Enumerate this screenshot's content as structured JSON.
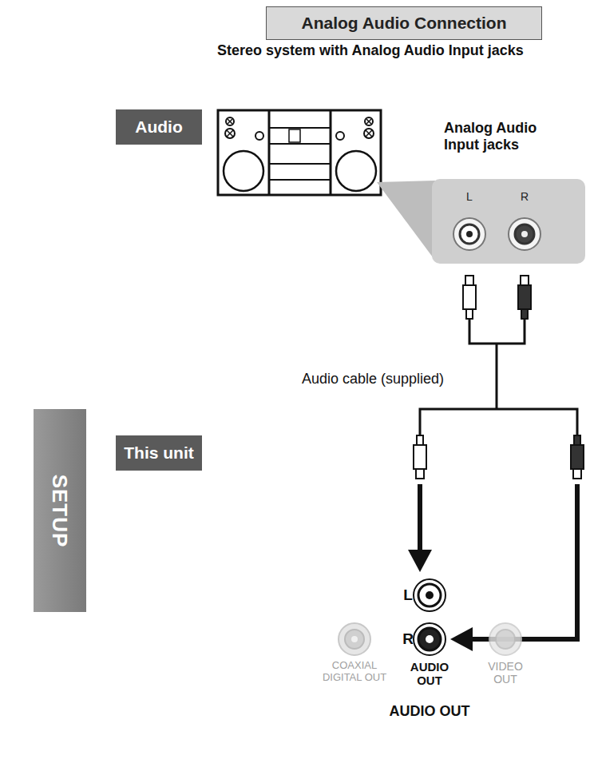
{
  "diagram": {
    "title": "Analog Audio Connection",
    "nodes": [
      {
        "text": [
          "Audio"
        ]
      },
      {
        "text": [
          "This unit"
        ]
      },
      {
        "text": [
          "SETUP"
        ]
      },
      {
        "text": [
          "L",
          "R"
        ]
      }
    ],
    "labels": [
      "Stereo system with Analog Audio Input jacks",
      "Analog Audio Input jacks",
      "Audio cable (supplied)",
      "L",
      "R",
      "COAXIAL DIGITAL OUT",
      "AUDIO OUT",
      "VIDEO OUT",
      "AUDIO OUT"
    ]
  }
}
